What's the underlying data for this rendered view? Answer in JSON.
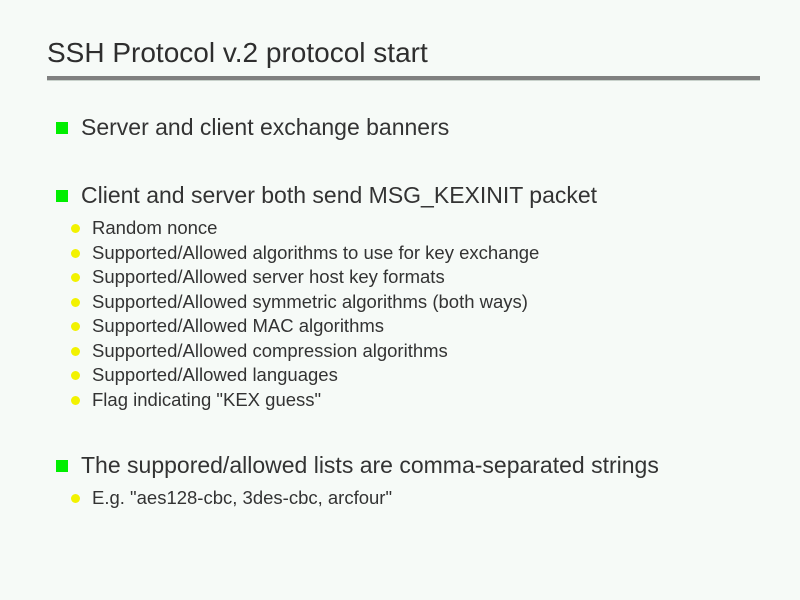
{
  "slide": {
    "title": "SSH Protocol v.2 protocol start",
    "background_color": "#f6faf7",
    "text_color": "#333333",
    "rule_color": "#808080",
    "bullet_level1_color": "#00ee00",
    "bullet_level2_color": "#f2f200",
    "bullet_level1_icon": "green-square-bullet-icon",
    "bullet_level2_icon": "yellow-dot-bullet-icon",
    "blocks": [
      {
        "level": 1,
        "text": "Server and client exchange banners"
      },
      {
        "level": 1,
        "text": "Client and server both send MSG_KEXINIT packet"
      },
      {
        "level": 2,
        "text": "Random nonce"
      },
      {
        "level": 2,
        "text": "Supported/Allowed algorithms to use for key exchange"
      },
      {
        "level": 2,
        "text": "Supported/Allowed server host key formats"
      },
      {
        "level": 2,
        "text": "Supported/Allowed symmetric algorithms (both ways)"
      },
      {
        "level": 2,
        "text": "Supported/Allowed MAC algorithms"
      },
      {
        "level": 2,
        "text": "Supported/Allowed compression algorithms"
      },
      {
        "level": 2,
        "text": "Supported/Allowed languages"
      },
      {
        "level": 2,
        "text": "Flag indicating \"KEX guess\""
      },
      {
        "level": 1,
        "text": "The suppored/allowed lists are comma-separated strings"
      },
      {
        "level": 2,
        "text": "E.g. \"aes128-cbc, 3des-cbc, arcfour\""
      }
    ]
  }
}
